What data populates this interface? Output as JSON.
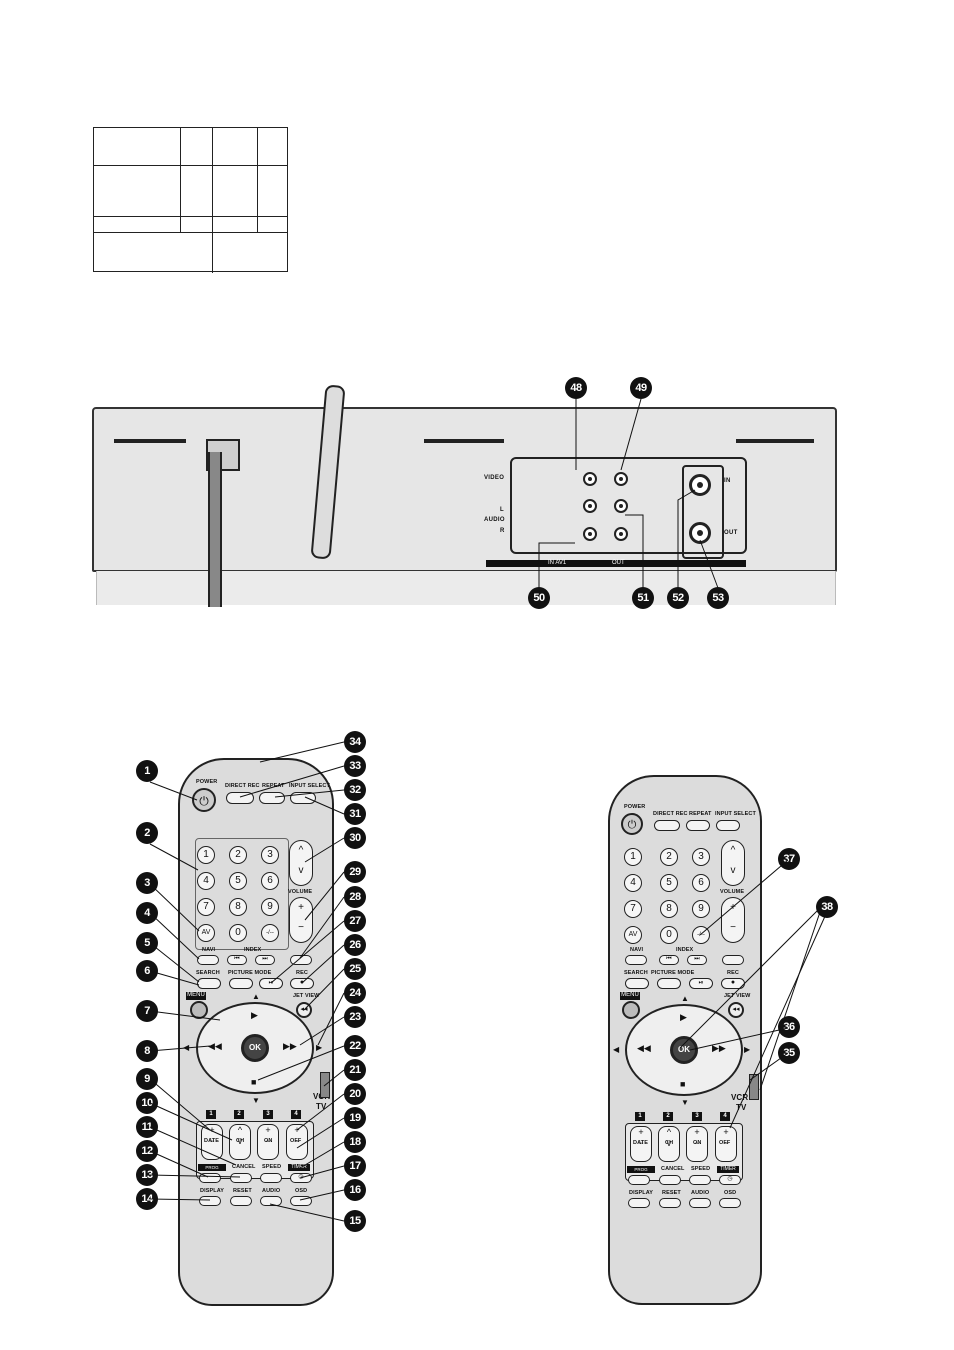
{
  "back_panel": {
    "video_label": "VIDEO",
    "audio_label": "AUDIO",
    "l_label": "L",
    "r_label": "R",
    "in_label": "IN",
    "out_label": "OUT",
    "in_av1_label": "IN  AV1",
    "out_label_bottom": "OUT",
    "callouts_top": [
      "48",
      "49"
    ],
    "callouts_bottom": [
      "50",
      "51",
      "52",
      "53"
    ]
  },
  "remote": {
    "power": "POWER",
    "direct_rec": "DIRECT REC",
    "repeat": "REPEAT",
    "input_select": "INPUT SELECT",
    "digits": [
      "1",
      "2",
      "3",
      "4",
      "5",
      "6",
      "7",
      "8",
      "9",
      "0"
    ],
    "av": "AV",
    "minus_dash": "-/--",
    "volume": "VOLUME",
    "navi": "NAVI",
    "index": "INDEX",
    "search": "SEARCH",
    "picture_mode": "PICTURE MODE",
    "rec": "REC",
    "menu": "MENU",
    "jet_view": "JET VIEW",
    "ok": "OK",
    "vcr": "VCR",
    "tv": "TV",
    "date": "DATE",
    "ch": "CH",
    "on": "ON",
    "off": "OFF",
    "prog_check": "PROG CHECK",
    "cancel": "CANCEL",
    "speed": "SPEED",
    "timer": "TIMER",
    "display": "DISPLAY",
    "reset": "RESET",
    "audio": "AUDIO",
    "osd": "OSD",
    "timer_slots": [
      "1",
      "2",
      "3",
      "4"
    ],
    "plus": "+",
    "minus": "−"
  },
  "left_callouts": [
    "1",
    "2",
    "3",
    "4",
    "5",
    "6",
    "7",
    "8",
    "9",
    "10",
    "11",
    "12",
    "13",
    "14"
  ],
  "right_callouts": [
    "34",
    "33",
    "32",
    "31",
    "30",
    "29",
    "28",
    "27",
    "26",
    "25",
    "24",
    "23",
    "22",
    "21",
    "20",
    "19",
    "18",
    "17",
    "16",
    "15"
  ],
  "second_remote_callouts": [
    "37",
    "38",
    "36",
    "35"
  ]
}
